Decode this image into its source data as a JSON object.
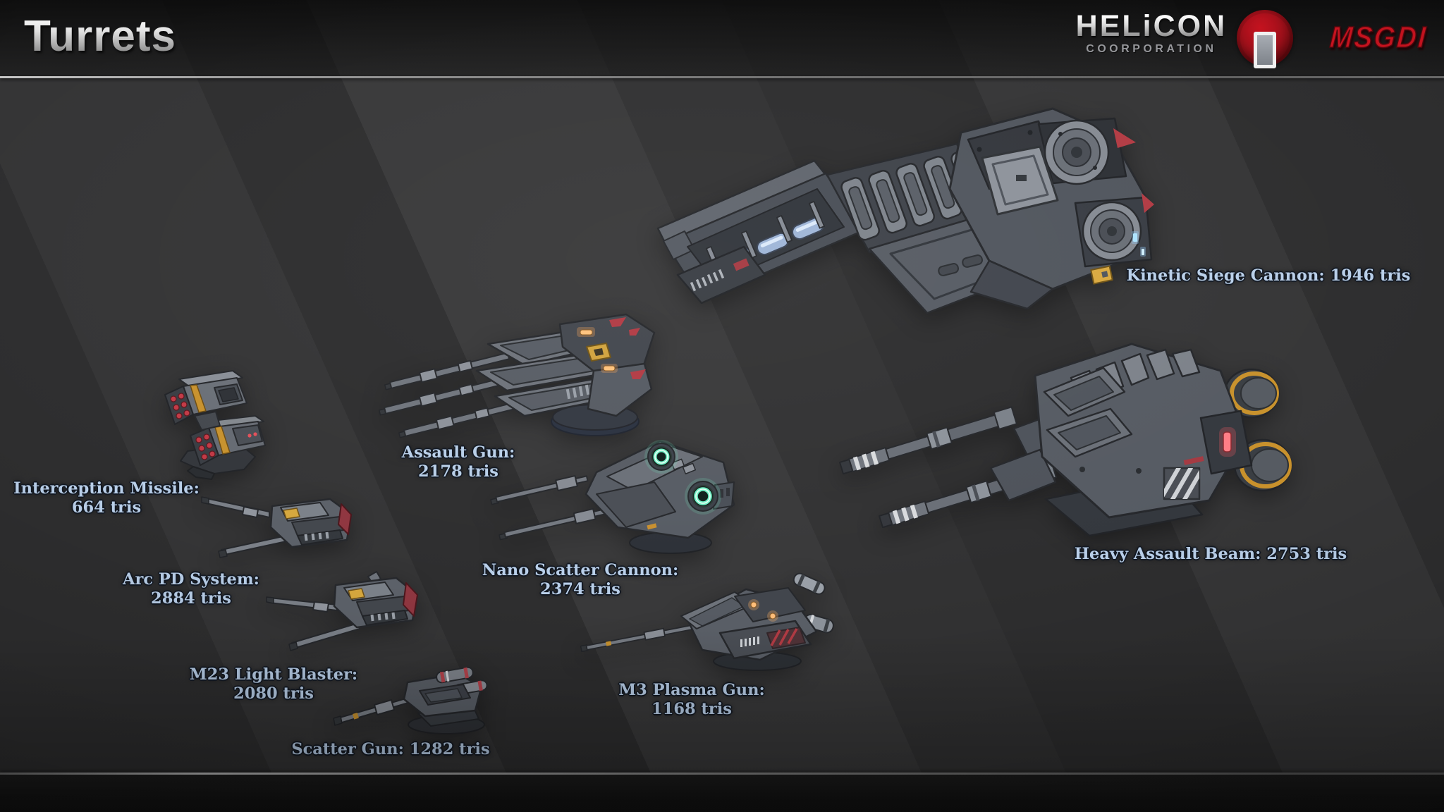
{
  "header": {
    "title": "Turrets"
  },
  "branding": {
    "company_name": "HELiCON",
    "company_subtitle": "COORPORATION",
    "studio_logo": "MSGDI",
    "brand_red": "#c8131f"
  },
  "icons": {
    "helicon_emblem": "red-circle-with-door-icon"
  },
  "colors": {
    "background": "#2e2e2f",
    "label_text": "#b9cfe9",
    "accent_red": "#b23b44",
    "accent_amber": "#d2a33e",
    "glow_teal": "#6ff0c4",
    "glow_blue": "#aee4ff",
    "title_silver": "#e2e2e2"
  },
  "turrets": [
    {
      "name": "Interception Missile",
      "tris": 664,
      "label_line1": "Interception Missile:",
      "label_line2": "664 tris"
    },
    {
      "name": "Arc PD System",
      "tris": 2884,
      "label_line1": "Arc PD System:",
      "label_line2": "2884 tris"
    },
    {
      "name": "M23 Light Blaster",
      "tris": 2080,
      "label_line1": "M23 Light Blaster:",
      "label_line2": "2080 tris"
    },
    {
      "name": "Scatter Gun",
      "tris": 1282,
      "label_line1": "Scatter Gun: 1282 tris",
      "label_line2": ""
    },
    {
      "name": "Assault Gun",
      "tris": 2178,
      "label_line1": "Assault Gun:",
      "label_line2": "2178 tris"
    },
    {
      "name": "Nano Scatter Cannon",
      "tris": 2374,
      "label_line1": "Nano Scatter Cannon:",
      "label_line2": "2374 tris"
    },
    {
      "name": "M3 Plasma Gun",
      "tris": 1168,
      "label_line1": "M3 Plasma Gun:",
      "label_line2": "1168 tris"
    },
    {
      "name": "Kinetic Siege Cannon",
      "tris": 1946,
      "label_line1": "Kinetic Siege Cannon: 1946 tris",
      "label_line2": ""
    },
    {
      "name": "Heavy Assault Beam",
      "tris": 2753,
      "label_line1": "Heavy Assault Beam: 2753 tris",
      "label_line2": ""
    }
  ]
}
